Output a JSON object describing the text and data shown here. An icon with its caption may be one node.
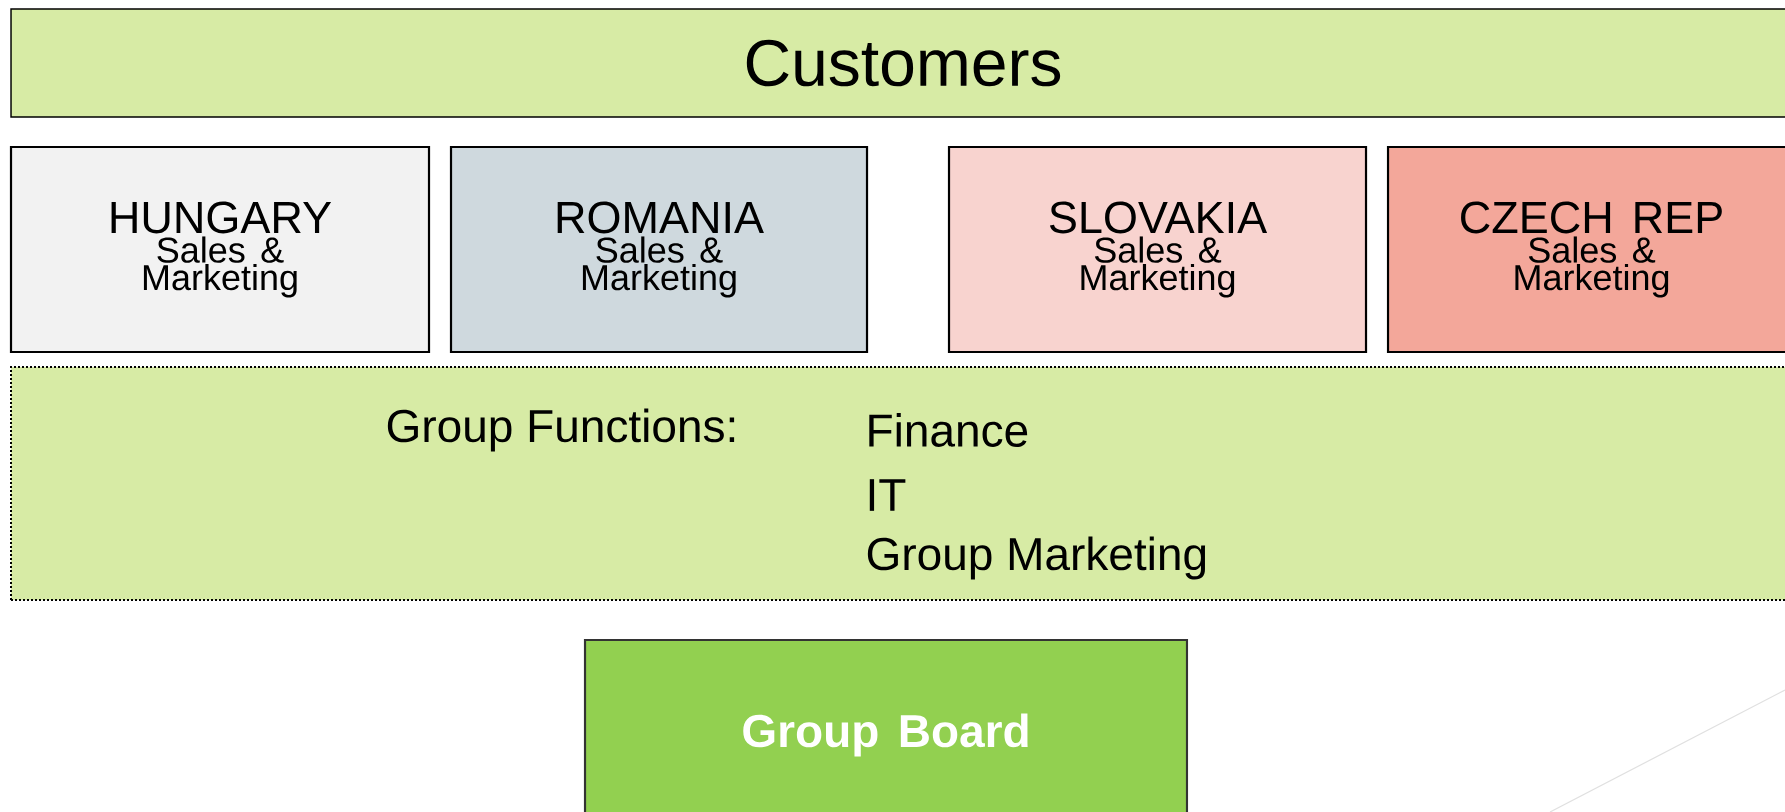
{
  "diagram": {
    "nodes": [
      {
        "text": [
          "Customers"
        ]
      },
      {
        "text": [
          "HUNGARY",
          "Sales & Marketing"
        ]
      },
      {
        "text": [
          "ROMANIA",
          "Sales & Marketing"
        ]
      },
      {
        "text": [
          "SLOVAKIA",
          "Sales & Marketing"
        ]
      },
      {
        "text": [
          "CZECH REP",
          "Sales & Marketing"
        ]
      },
      {
        "text": [
          "Group Functions:",
          "Finance",
          "IT",
          "Group Marketing"
        ]
      },
      {
        "text": [
          "Group Board"
        ]
      }
    ]
  }
}
